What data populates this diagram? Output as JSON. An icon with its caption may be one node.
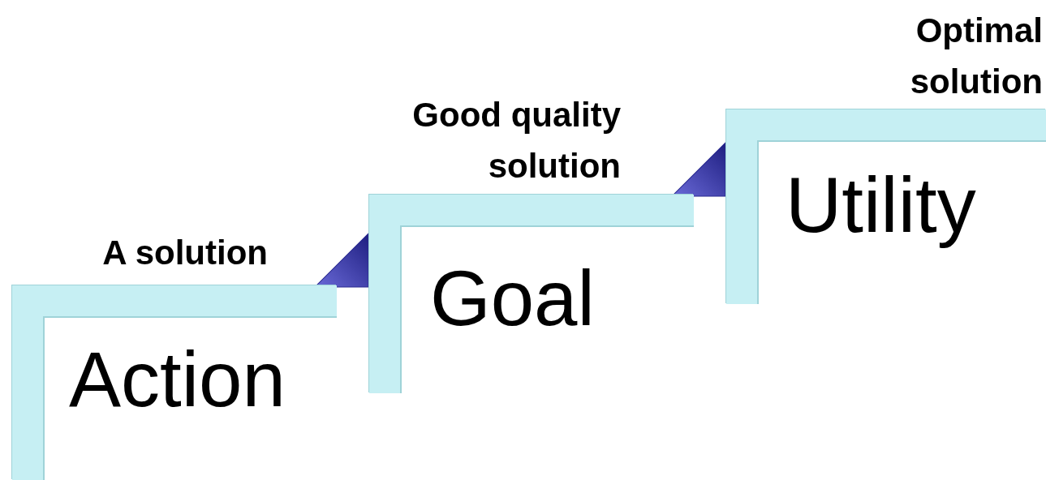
{
  "diagram": {
    "nodes": [
      {
        "text": [
          "Action"
        ],
        "beside": [
          "A solution"
        ]
      },
      {
        "text": [
          "Goal"
        ],
        "beside": [
          "Good quality solution"
        ]
      },
      {
        "text": [
          "Utility"
        ],
        "beside": [
          "Optimal solution"
        ]
      }
    ],
    "edges": [
      {
        "from": 0,
        "to": 1,
        "arrow": "to"
      },
      {
        "from": 1,
        "to": 2,
        "arrow": "to"
      }
    ]
  }
}
